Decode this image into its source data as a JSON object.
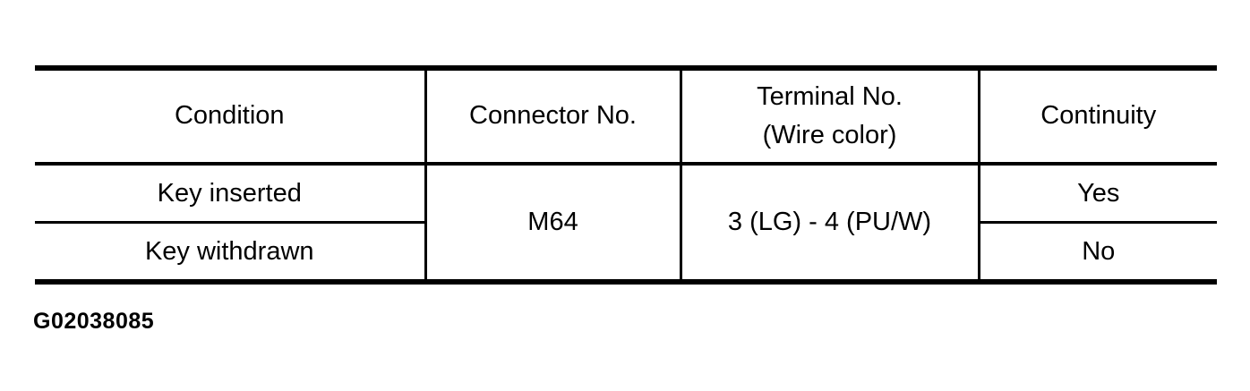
{
  "table": {
    "headers": {
      "condition": "Condition",
      "connector_no": "Connector No.",
      "terminal_no_line1": "Terminal No.",
      "terminal_no_line2": "(Wire color)",
      "continuity": "Continuity"
    },
    "connector_no": "M64",
    "terminal_no": "3 (LG) - 4 (PU/W)",
    "rows": [
      {
        "condition": "Key inserted",
        "continuity": "Yes"
      },
      {
        "condition": "Key withdrawn",
        "continuity": "No"
      }
    ]
  },
  "figure_id": "G02038085",
  "colors": {
    "line": "#000000",
    "text": "#000000",
    "background": "#ffffff"
  }
}
